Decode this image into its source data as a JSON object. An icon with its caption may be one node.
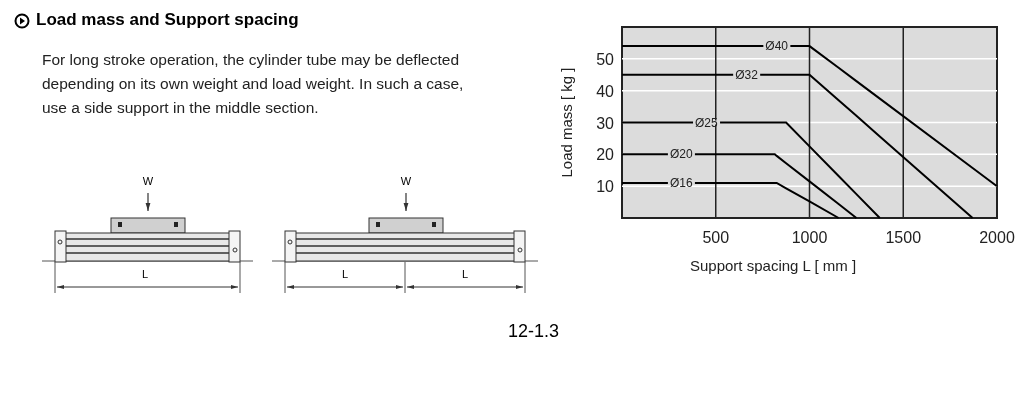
{
  "diagram": {
    "title": "Load mass and Support spacing",
    "labels": [
      "For long stroke operation, the cylinder tube may be deflected depending on its own weight and load weight. In such a case, use a side support in the middle section.",
      "W",
      "L",
      "W",
      "L",
      "L",
      "12-1.3"
    ],
    "chart_data": {
      "type": "line",
      "xlabel": "Support spacing L [ mm ]",
      "ylabel": "Load mass [ kg ]",
      "x": [
        0,
        815,
        825,
        875,
        1000,
        1155,
        1250,
        1375,
        1870,
        2000
      ],
      "series": [
        {
          "name": "Ø40",
          "color": "#000000",
          "values": [
            54,
            54,
            54,
            54,
            54,
            47.2,
            43,
            37.5,
            15.7,
            10
          ]
        },
        {
          "name": "Ø32",
          "color": "#000000",
          "values": [
            45,
            45,
            45,
            45,
            45,
            37,
            32.1,
            25.6,
            0,
            null
          ]
        },
        {
          "name": "Ø25",
          "color": "#000000",
          "values": [
            30,
            30,
            30,
            30,
            22.5,
            13.2,
            7.5,
            0,
            null,
            null
          ]
        },
        {
          "name": "Ø20",
          "color": "#000000",
          "values": [
            20,
            20,
            19.5,
            17.2,
            11.5,
            4.4,
            0,
            null,
            null,
            null
          ]
        },
        {
          "name": "Ø16",
          "color": "#000000",
          "values": [
            11,
            11,
            11,
            9.3,
            5.2,
            0,
            null,
            null,
            null,
            null
          ]
        }
      ],
      "grid": true,
      "xlim": [
        0,
        2000
      ],
      "ylim": [
        0,
        60
      ],
      "xticks": [
        500,
        1000,
        1500,
        2000
      ],
      "yticks": [
        10,
        20,
        30,
        40,
        50
      ]
    }
  }
}
